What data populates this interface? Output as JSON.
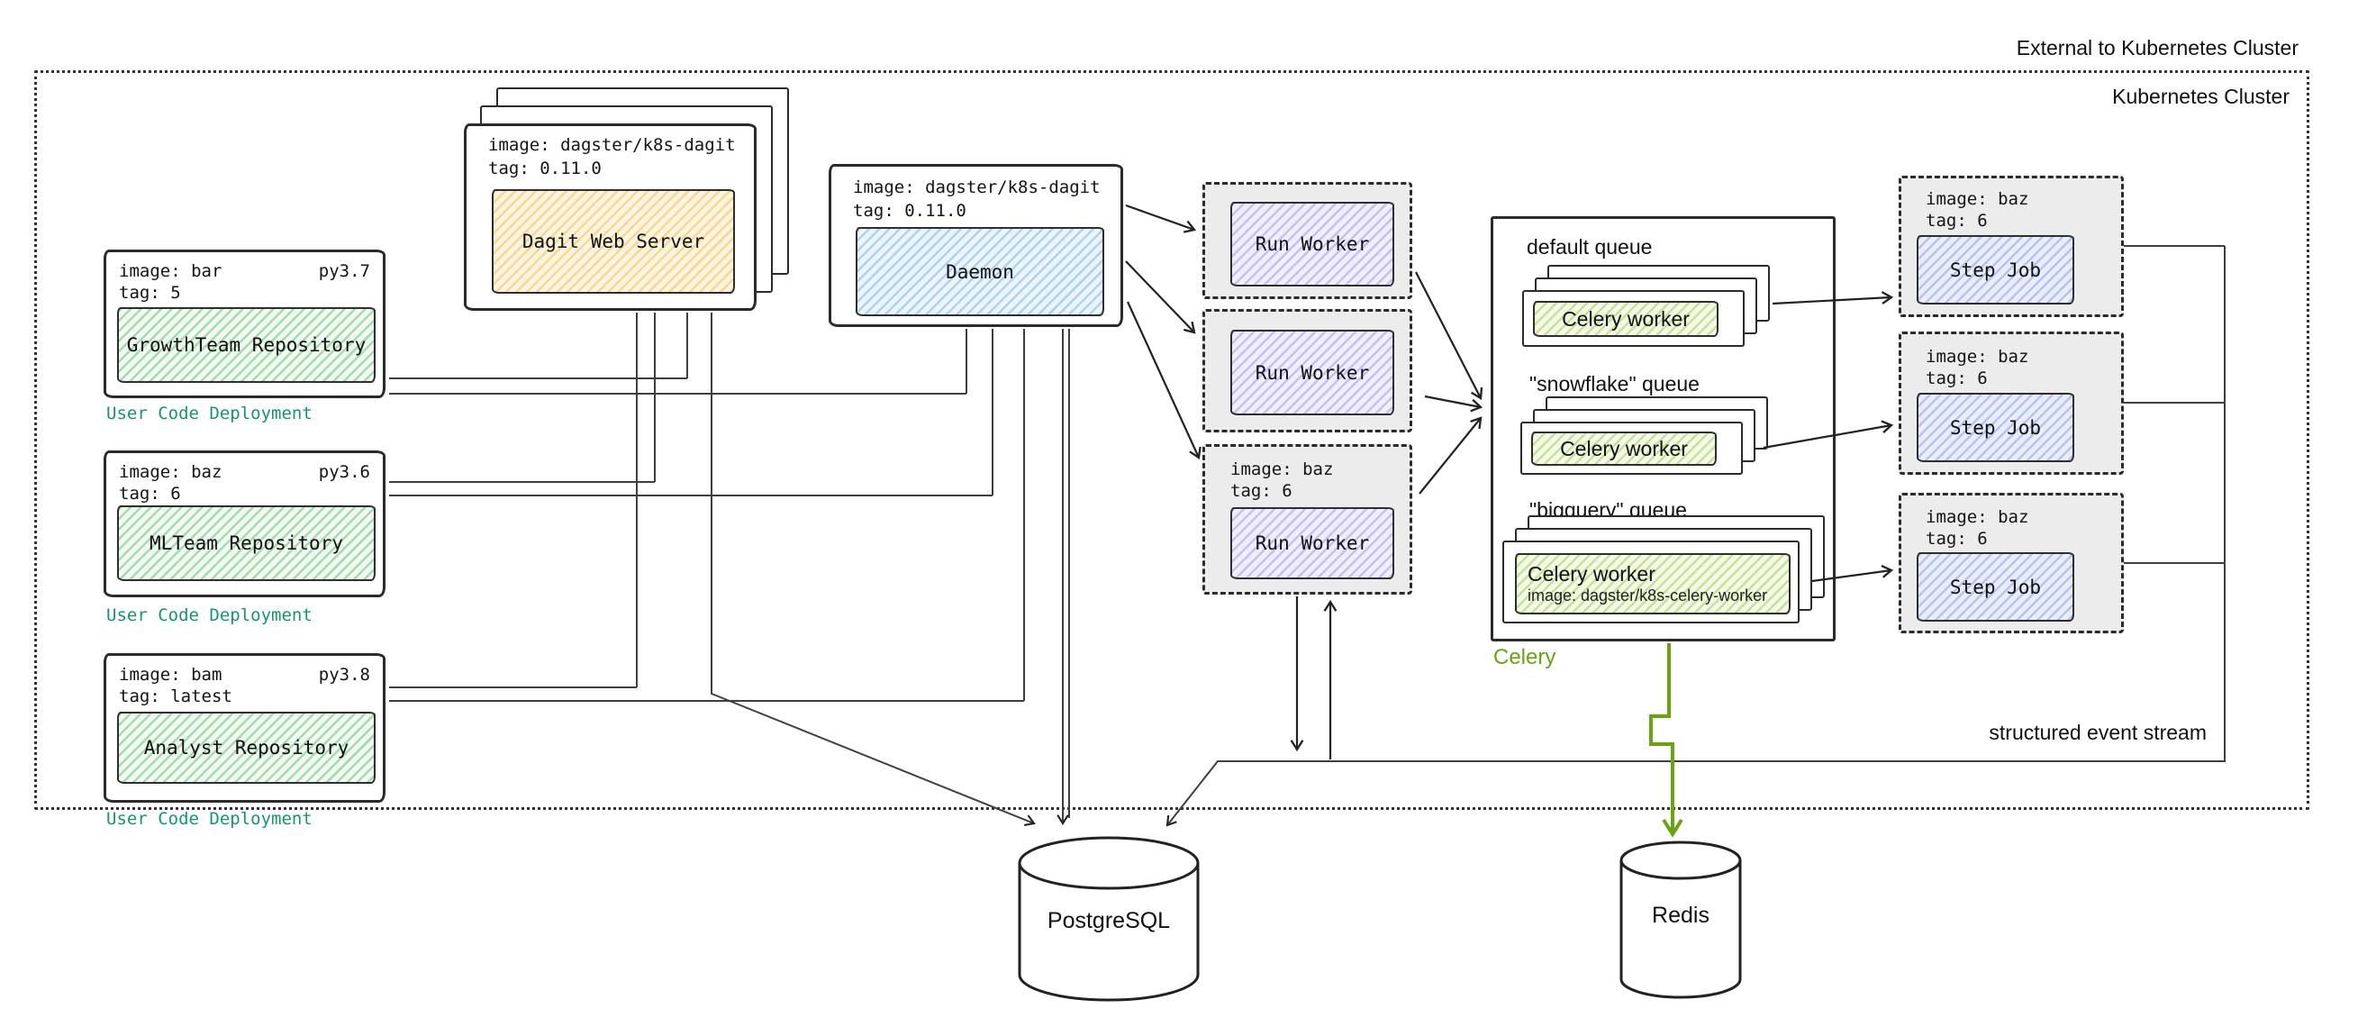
{
  "cluster": {
    "external_label": "External to Kubernetes Cluster",
    "label": "Kubernetes Cluster"
  },
  "user_code_deployments": [
    {
      "image": "image: bar",
      "tag": "tag: 5",
      "python": "py3.7",
      "repository": "GrowthTeam Repository",
      "caption": "User Code Deployment"
    },
    {
      "image": "image: baz",
      "tag": "tag: 6",
      "python": "py3.6",
      "repository": "MLTeam Repository",
      "caption": "User Code Deployment"
    },
    {
      "image": "image: bam",
      "tag": "tag: latest",
      "python": "py3.8",
      "repository": "Analyst Repository",
      "caption": "User Code Deployment"
    }
  ],
  "dagit": {
    "image": "image: dagster/k8s-dagit",
    "tag": "tag: 0.11.0",
    "label": "Dagit Web Server"
  },
  "daemon": {
    "image": "image: dagster/k8s-dagit",
    "tag": "tag: 0.11.0",
    "label": "Daemon"
  },
  "run_workers": [
    {
      "label": "Run Worker"
    },
    {
      "label": "Run Worker"
    },
    {
      "image": "image: baz",
      "tag": "tag: 6",
      "label": "Run Worker"
    }
  ],
  "celery": {
    "label": "Celery",
    "queues": [
      {
        "name": "default queue",
        "worker_label": "Celery worker"
      },
      {
        "name": "\"snowflake\" queue",
        "worker_label": "Celery worker"
      },
      {
        "name": "\"bigquery\" queue",
        "worker_label": "Celery worker",
        "worker_image": "image: dagster/k8s-celery-worker"
      }
    ]
  },
  "step_jobs": [
    {
      "image": "image: baz",
      "tag": "tag: 6",
      "label": "Step Job"
    },
    {
      "image": "image: baz",
      "tag": "tag: 6",
      "label": "Step Job"
    },
    {
      "image": "image: baz",
      "tag": "tag: 6",
      "label": "Step Job"
    }
  ],
  "databases": {
    "postgres": "PostgreSQL",
    "redis": "Redis"
  },
  "annotations": {
    "event_stream": "structured event stream"
  },
  "colors": {
    "user_code_caption": "#13976b",
    "celery_green": "#67a50f",
    "repo_hatch": "#7ccb8e",
    "dagit_hatch": "#f2c678",
    "daemon_hatch": "#8fc0ec",
    "run_worker_hatch": "#a89af0",
    "step_job_hatch": "#93a4ea",
    "celery_worker_hatch": "#b5d97a",
    "line": "#3f3f3f"
  }
}
